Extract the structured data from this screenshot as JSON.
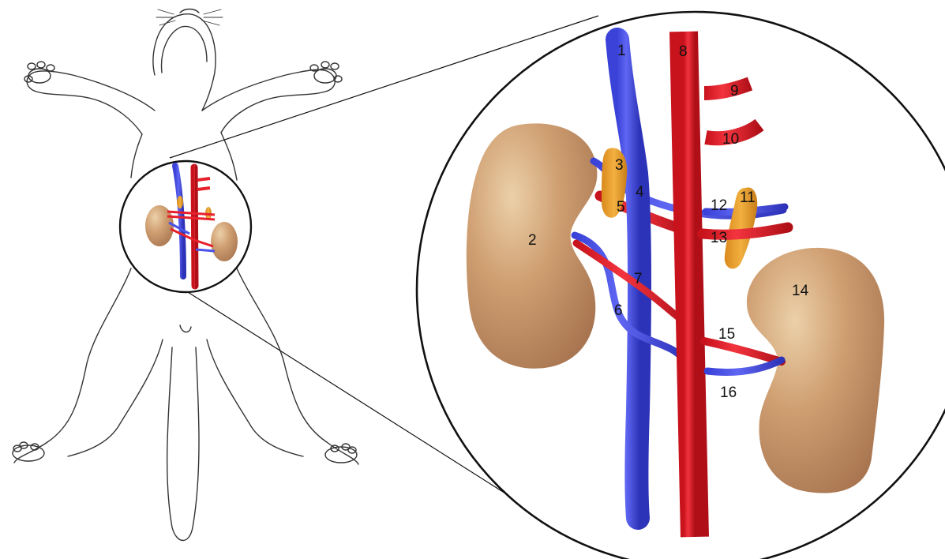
{
  "colors": {
    "vein": "#4a52e8",
    "vein_dark": "#2f35c4",
    "artery": "#e8202c",
    "artery_dark": "#b5121c",
    "kidney": "#c99a6c",
    "kidney_light": "#e2bf95",
    "gland": "#e8a02a",
    "outline": "#1a1a1a"
  },
  "labels": {
    "l1": "1",
    "l2": "2",
    "l3": "3",
    "l4": "4",
    "l5": "5",
    "l6": "6",
    "l7": "7",
    "l8": "8",
    "l9": "9",
    "l10": "10",
    "l11": "11",
    "l12": "12",
    "l13": "13",
    "l14": "14",
    "l15": "15",
    "l16": "16"
  }
}
